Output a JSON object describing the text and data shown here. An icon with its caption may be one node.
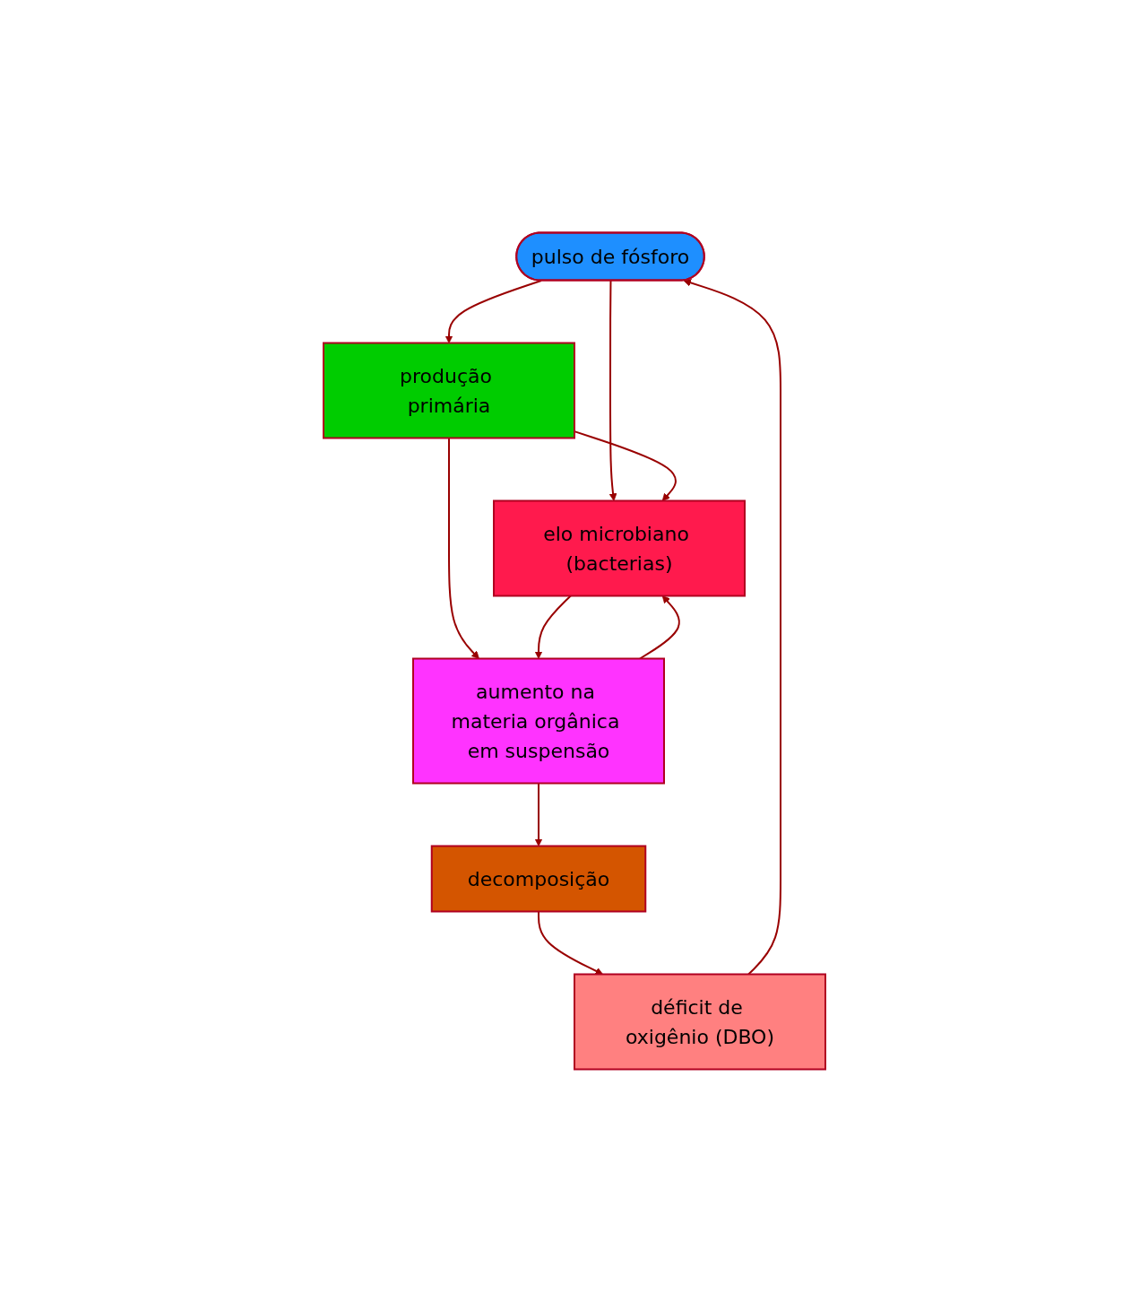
{
  "diagram": {
    "nodes": [
      {
        "text": [
          "pulso de fósforo"
        ]
      },
      {
        "text": [
          "produção primária"
        ]
      },
      {
        "text": [
          "elo microbiano (bacterias)"
        ]
      },
      {
        "text": [
          "aumento na materia orgânica em suspensão"
        ]
      },
      {
        "text": [
          "decomposição"
        ]
      },
      {
        "text": [
          "déficit de oxigênio (DBO)"
        ]
      }
    ],
    "edges": [
      {
        "from": 0,
        "to": 1,
        "arrow": "to"
      },
      {
        "from": 0,
        "to": 2,
        "arrow": "to"
      },
      {
        "from": 1,
        "to": 2,
        "arrow": "to"
      },
      {
        "from": 1,
        "to": 3,
        "arrow": "to"
      },
      {
        "from": 2,
        "to": 3,
        "arrow": "to"
      },
      {
        "from": 3,
        "to": 2,
        "arrow": "to"
      },
      {
        "from": 3,
        "to": 4,
        "arrow": "to"
      },
      {
        "from": 4,
        "to": 5,
        "arrow": "to"
      },
      {
        "from": 5,
        "to": 0,
        "arrow": "to"
      }
    ]
  }
}
